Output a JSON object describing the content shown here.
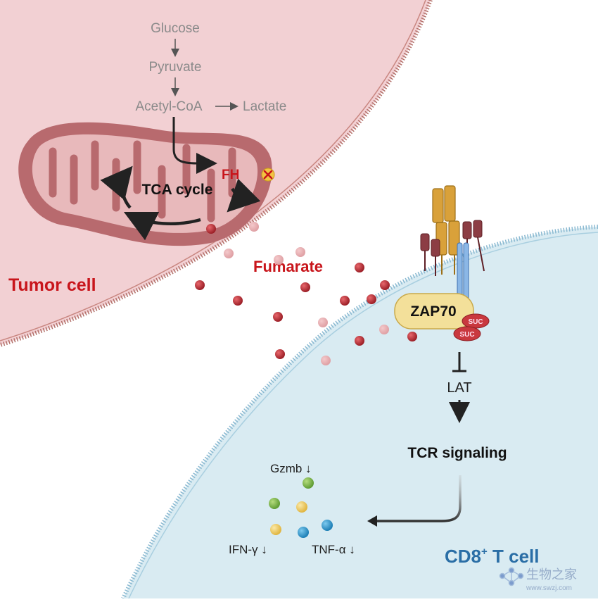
{
  "pathway": {
    "glucose": "Glucose",
    "pyruvate": "Pyruvate",
    "acetyl_coa": "Acetyl-CoA",
    "lactate": "Lactate"
  },
  "mitochondrion": {
    "enzyme": "FH",
    "cycle": "TCA cycle"
  },
  "tumor_cell": {
    "label": "Tumor cell"
  },
  "fumarate": {
    "label": "Fumarate"
  },
  "t_cell": {
    "label_main": "CD8",
    "label_sup": "+",
    "label_tail": " T cell",
    "zap70": "ZAP70",
    "suc": "SUC",
    "lat": "LAT",
    "tcr": "TCR signaling"
  },
  "cytokines": {
    "gzmb": "Gzmb ↓",
    "ifng": "IFN-γ ↓",
    "tnfa": "TNF-α ↓"
  },
  "watermark": {
    "name": "生物之家",
    "url": "www.swzj.com"
  },
  "colors": {
    "tumor_fill": "#f2d0d3",
    "tcell_fill": "#d9ebf2",
    "tumor_text": "#c8151b",
    "tcell_text": "#2a6ea6",
    "fumarate_dot": "#b8323a",
    "mito_outer": "#b86a6e"
  }
}
